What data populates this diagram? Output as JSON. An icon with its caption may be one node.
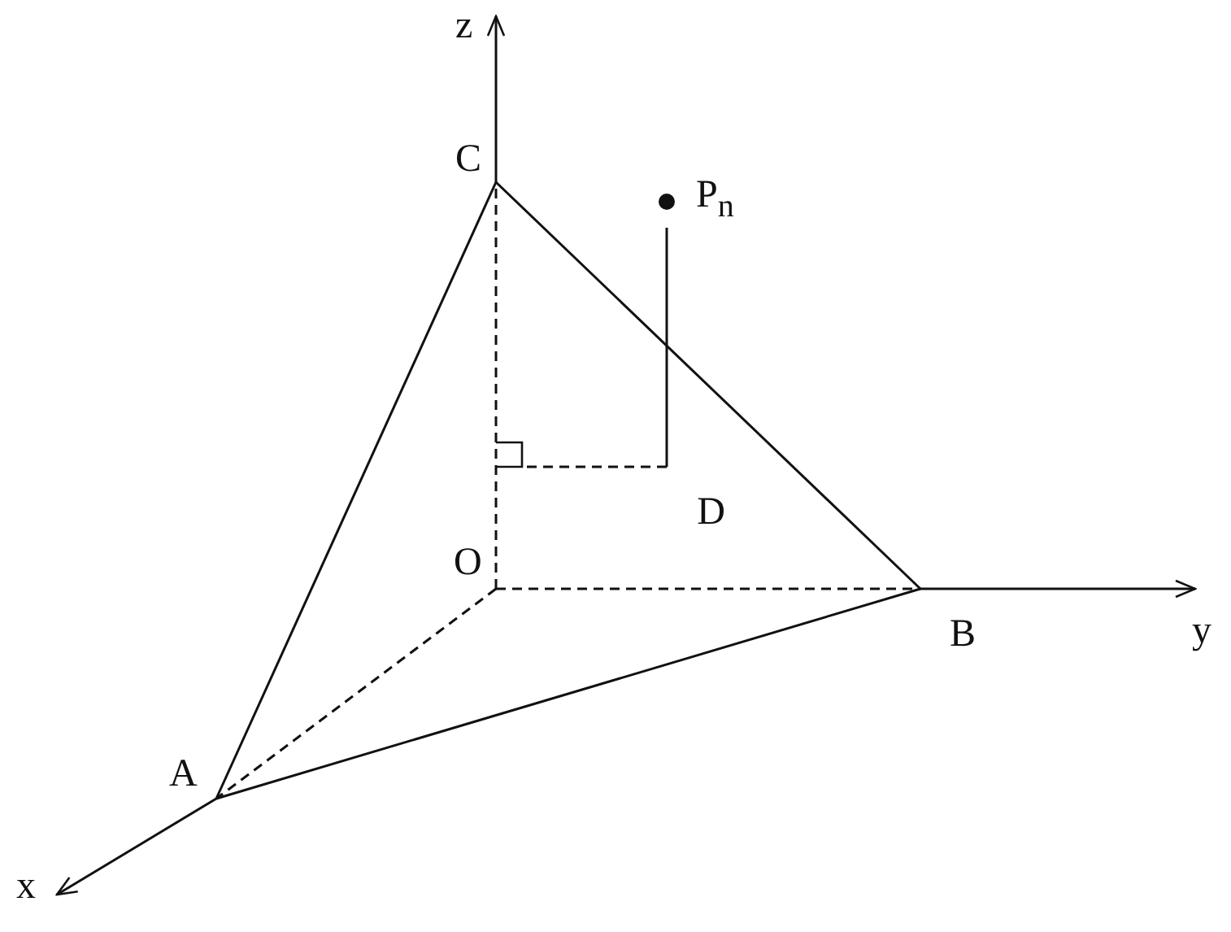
{
  "diagram": {
    "nodes": [
      {
        "text": [
          "C"
        ]
      },
      {
        "text": [
          "P$_{n}$"
        ]
      },
      {
        "text": [
          "D"
        ]
      },
      {
        "text": [
          "O"
        ]
      },
      {
        "text": [
          "B"
        ]
      },
      {
        "text": [
          "A"
        ]
      },
      {
        "text": [],
        "shape": "box"
      }
    ],
    "edges": [
      {
        "from": 0,
        "to": 5,
        "arrow": "none"
      },
      {
        "from": 0,
        "to": 4,
        "arrow": "none"
      },
      {
        "from": 5,
        "to": 4,
        "arrow": "none"
      },
      {
        "from": 3,
        "to": 5,
        "arrow": "none",
        "style": "dashed"
      },
      {
        "from": 3,
        "to": 4,
        "arrow": "none",
        "style": "dashed"
      },
      {
        "from": 3,
        "to": 0,
        "arrow": "none",
        "style": "dashed"
      },
      {
        "from": 1,
        "to": 2,
        "arrow": "none"
      },
      {
        "from": 2,
        "to": 6,
        "arrow": "none",
        "style": "dashed"
      }
    ],
    "labels": [
      "z",
      "y",
      "x"
    ]
  }
}
